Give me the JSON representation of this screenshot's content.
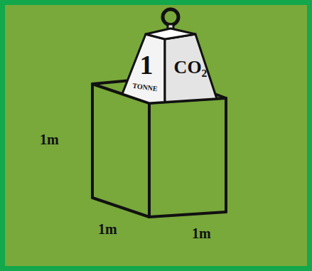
{
  "diagram": {
    "nodes": [
      {
        "text": [
          "1",
          "TONNE",
          "CO₂"
        ]
      }
    ],
    "labels": [
      "1m",
      "1m",
      "1m"
    ]
  }
}
